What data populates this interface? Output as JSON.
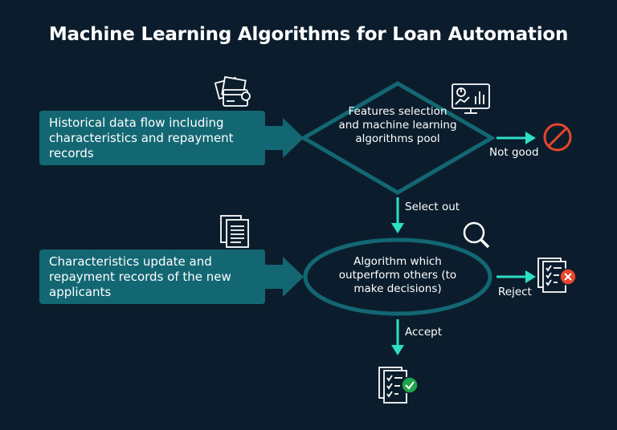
{
  "title": "Machine Learning Algorithms for Loan Automation",
  "nodes": {
    "historical": "Historical data flow including characteristics and repayment records",
    "features": "Features selection and machine learning algorithms pool",
    "update": "Characteristics update and repayment records of the new applicants",
    "algorithm": "Algorithm which outperform others (to make decisions)"
  },
  "edges": {
    "not_good": "Not good",
    "select_out": "Select out",
    "reject": "Reject",
    "accept": "Accept"
  },
  "icons": {
    "historical": "documents-card-icon",
    "features": "dashboard-monitor-icon",
    "update": "document-list-icon",
    "algorithm": "magnifier-icon",
    "not_good": "prohibited-icon",
    "reject": "checklist-reject-icon",
    "accept": "checklist-accept-icon"
  },
  "colors": {
    "background": "#0b1d2c",
    "box": "#136773",
    "arrow": "#2ce0c4",
    "reject": "#e8452c",
    "accept": "#1fa44a"
  }
}
